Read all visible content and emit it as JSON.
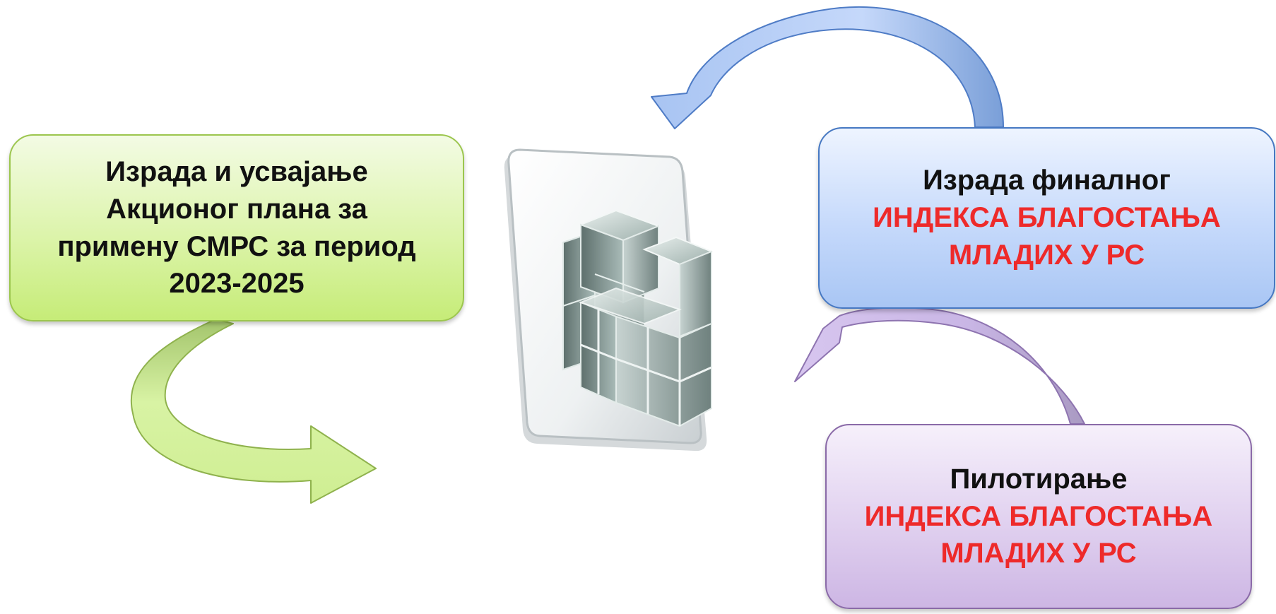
{
  "boxes": {
    "green": {
      "lines": [
        "Израда и усвајање",
        "Акционог плана за",
        "примену СМРС за период",
        "2023-2025"
      ]
    },
    "blue": {
      "line1": "Израда финалног",
      "line2": "ИНДЕКСА БЛАГОСТАЊА",
      "line3": "МЛАДИХ У РС"
    },
    "purple": {
      "line1": "Пилотирање",
      "line2": "ИНДЕКСА БЛАГОСТАЊА",
      "line3": "МЛАДИХ У РС"
    }
  },
  "center_icon": "data-cube-icon",
  "arrows": [
    "green-curved-arrow",
    "blue-curved-arrow",
    "purple-curved-arrow"
  ],
  "colors": {
    "green_fill": "#d4f19a",
    "blue_fill": "#bcd3f8",
    "purple_fill": "#dccbec",
    "highlight_text": "#ee2a2a"
  }
}
